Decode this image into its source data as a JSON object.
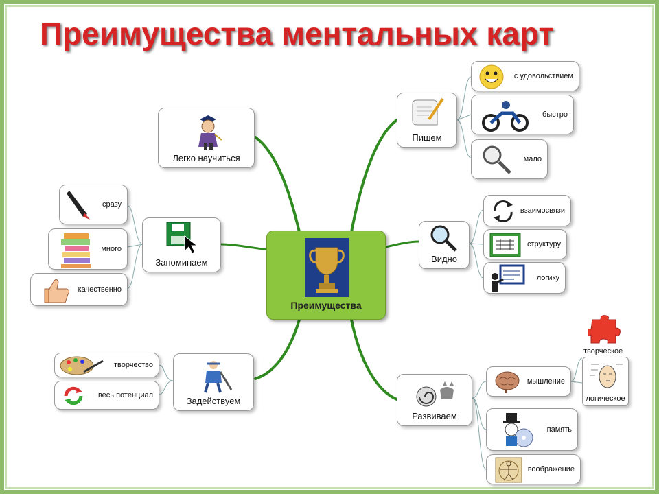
{
  "title": "Преимущества ментальных карт",
  "center": {
    "label": "Преимущества"
  },
  "branches": {
    "learn": {
      "label": "Легко научиться"
    },
    "remember": {
      "label": "Запоминаем",
      "leaves": [
        "сразу",
        "много",
        "качественно"
      ]
    },
    "engage": {
      "label": "Задействуем",
      "leaves": [
        "творчество",
        "весь потенциал"
      ]
    },
    "write": {
      "label": "Пишем",
      "leaves": [
        "с удовольствием",
        "быстро",
        "мало"
      ]
    },
    "see": {
      "label": "Видно",
      "leaves": [
        "взаимосвязи",
        "структуру",
        "логику"
      ]
    },
    "develop": {
      "label": "Развиваем",
      "leaves": [
        "мышление",
        "память",
        "воображение"
      ]
    },
    "thinking_types": [
      "творческое",
      "логическое"
    ]
  },
  "colors": {
    "title": "#d62424",
    "center": "#8cc63f",
    "branch": "#2f8a1f",
    "frame": "#8dbb6a"
  }
}
